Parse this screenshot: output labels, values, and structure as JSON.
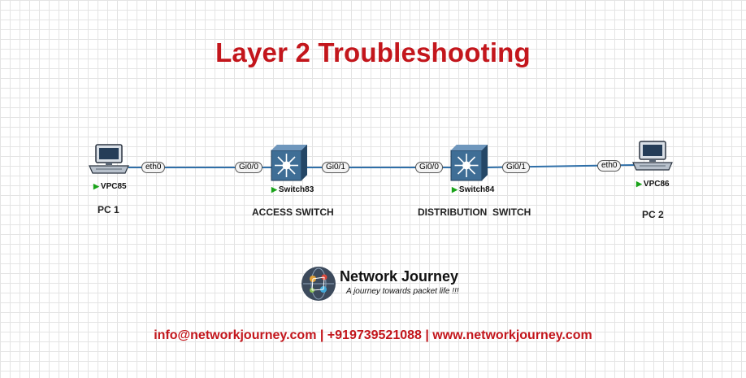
{
  "title": "Layer 2 Troubleshooting",
  "devices": {
    "pc1": {
      "tag": "VPC85",
      "label": "PC 1",
      "port": "eth0"
    },
    "access_switch": {
      "tag": "Switch83",
      "label": "ACCESS SWITCH",
      "port_left": "Gi0/0",
      "port_right": "Gi0/1"
    },
    "distribution_switch": {
      "tag": "Switch84",
      "label": "DISTRIBUTION  SWITCH",
      "port_left": "Gi0/0",
      "port_right": "Gi0/1"
    },
    "pc2": {
      "tag": "VPC86",
      "label": "PC 2",
      "port": "eth0"
    }
  },
  "status_arrow": "▶",
  "brand": {
    "name": "Network Journey",
    "tagline": "A journey towards packet life !!!"
  },
  "contact": "info@networkjourney.com | +919739521088 | www.networkjourney.com",
  "colors": {
    "title": "#c3161c",
    "link": "#2f6fa8",
    "switch": "#3f6e96",
    "status": "#1aa31a"
  }
}
